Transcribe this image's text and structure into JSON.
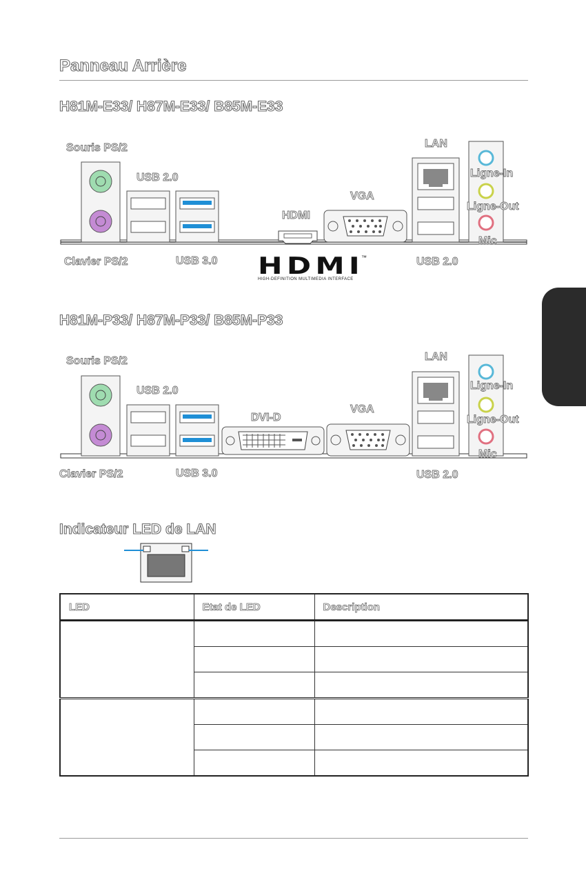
{
  "page_title": "Panneau Arrière",
  "section1": {
    "heading": "H81M-E33/ H87M-E33/ B85M-E33",
    "labels": {
      "ps2_mouse": "Souris PS/2",
      "usb2_left": "USB 2.0",
      "hdmi": "HDMI",
      "vga": "VGA",
      "lan": "LAN",
      "line_in": "Ligne-In",
      "line_out": "Ligne-Out",
      "mic": "Mic",
      "ps2_keyboard": "Clavier PS/2",
      "usb3": "USB 3.0",
      "usb2_right": "USB 2.0"
    },
    "hdmi_logo_text": "HDMI",
    "hdmi_logo_tagline": "HIGH-DEFINITION MULTIMEDIA INTERFACE",
    "hdmi_logo_tm": "™"
  },
  "section2": {
    "heading": "H81M-P33/ H87M-P33/ B85M-P33",
    "labels": {
      "ps2_mouse": "Souris PS/2",
      "usb2_left": "USB 2.0",
      "dvi": "DVI-D",
      "vga": "VGA",
      "lan": "LAN",
      "line_in": "Ligne-In",
      "line_out": "Ligne-Out",
      "mic": "Mic",
      "ps2_keyboard": "Clavier PS/2",
      "usb3": "USB 3.0",
      "usb2_right": "USB 2.0"
    }
  },
  "led_section": {
    "heading": "Indicateur LED de LAN",
    "table": {
      "headers": [
        "LED",
        "Etat de LED",
        "Description"
      ],
      "rows": [
        [
          "",
          "",
          ""
        ],
        [
          "",
          "",
          ""
        ],
        [
          "",
          "",
          ""
        ],
        [
          "",
          "",
          ""
        ],
        [
          "",
          "",
          ""
        ],
        [
          "",
          "",
          ""
        ]
      ]
    }
  },
  "colors": {
    "ps2_mouse": "#9fdcb0",
    "ps2_keyboard": "#c48bd4",
    "usb3_blue": "#1f8fd6",
    "line_in": "#58b8d8",
    "line_out": "#c9d24a",
    "mic": "#e07080",
    "side_tab": "#2b2b2b"
  }
}
